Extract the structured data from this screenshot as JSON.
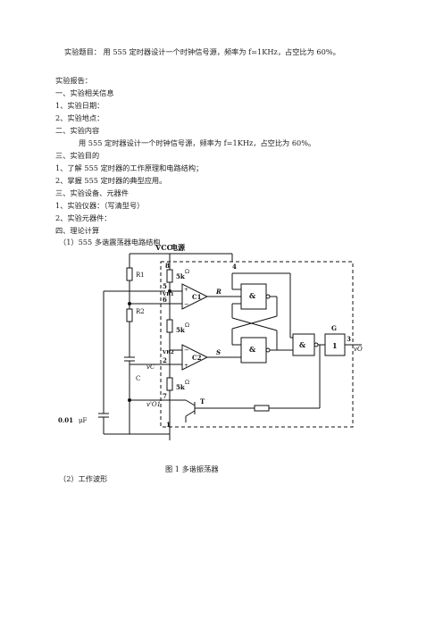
{
  "doc": {
    "title_line": "实验题目：  用 555 定时器设计一个时钟信号源，频率为 f=1KHz，占空比为 60%。",
    "report_heading": "实验报告：",
    "s1_heading": "一、实验相关信息",
    "s1_item1": "1、实验日期：",
    "s1_item2": "2、实验地点：",
    "s2_heading": "二、实验内容",
    "s2_text": "用 555 定时器设计一个时钟信号源，频率为 f=1KHz，占空比为 60%。",
    "s3_heading": "三、实验目的",
    "s3_item1": "1、了解 555 定时器的工作原理和电路结构；",
    "s3_item2": "2、掌握 555 定时器的典型应用。",
    "s4_heading": "三、实验设备、元器件",
    "s4_item1": "1、实验仪器：（写清型号）",
    "s4_item2": "2、实验元器件：",
    "s5_heading": "四、理论计算",
    "s5_sub1": "（1）555 多谐震荡器电路结构",
    "figure_caption": "图 1  多谐振荡器",
    "s5_sub2": "（2）工作波形"
  },
  "circuit": {
    "vcc": "VCC",
    "power": "电源",
    "r1": "R1",
    "r2": "R2",
    "c": "C",
    "cap_value": "0.01",
    "cap_unit": "μF",
    "res_5k": "5k",
    "ohm": "Ω",
    "pin8": "8",
    "pin4": "4",
    "pin5": "5",
    "pin6": "6",
    "pin2": "2",
    "pin7": "7",
    "pin1": "1",
    "pin3": "3",
    "vr1": "VR1",
    "vr2": "VR2",
    "c1": "C1",
    "c2": "C2",
    "r_out": "R",
    "s_out": "S",
    "and": "&",
    "buf": "1",
    "g": "G",
    "t": "T",
    "vc": "vC",
    "vo1": "v'O1",
    "vo": "vO"
  }
}
